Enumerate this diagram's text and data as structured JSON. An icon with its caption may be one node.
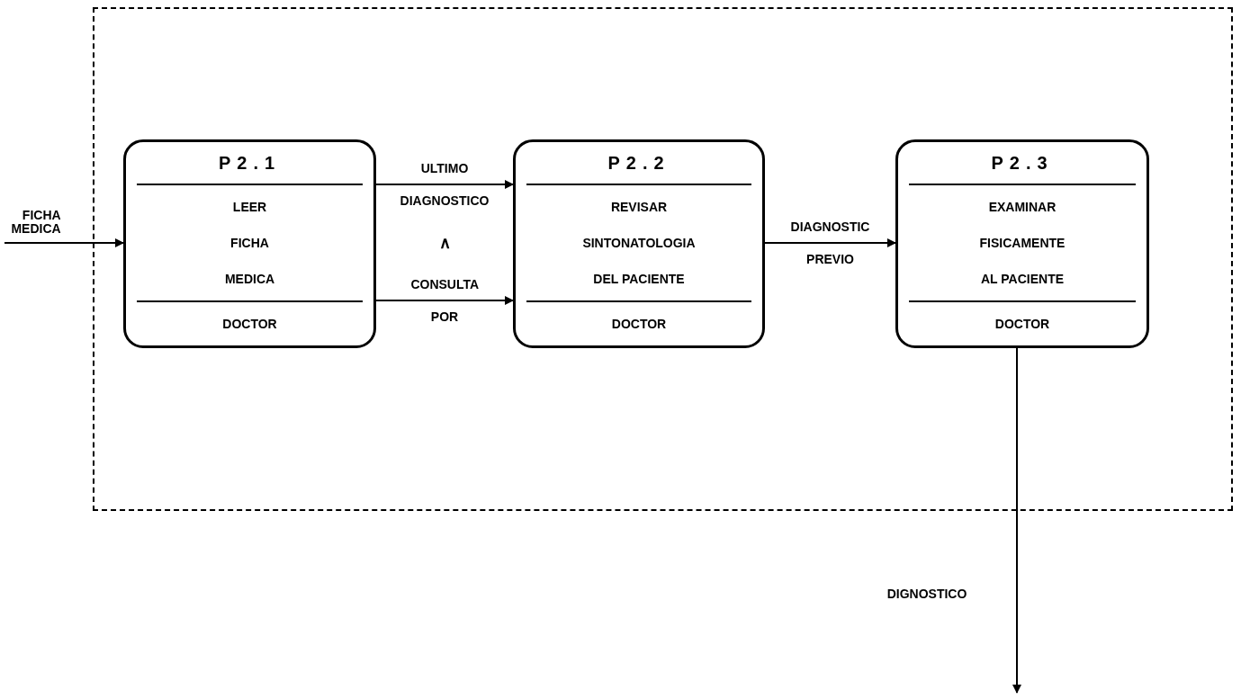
{
  "diagram": {
    "nodes": [
      {
        "text": [],
        "shape": "box"
      },
      {
        "text": [
          "P2.1",
          "LEER FICHA MEDICA",
          "DOCTOR"
        ],
        "in": 0
      },
      {
        "text": [
          "P2.2",
          "REVISAR SINTONATOLOGIA DEL PACIENTE",
          "DOCTOR"
        ],
        "in": 0
      },
      {
        "text": [
          "P2.3",
          "EXAMINAR FISICAMENTE AL PACIENTE",
          "DOCTOR"
        ],
        "in": 0
      }
    ],
    "edges": [
      {
        "from": null,
        "to": 1,
        "arrow": "to",
        "label": "FICHA MEDICA"
      },
      {
        "from": 1,
        "to": 2,
        "arrow": "to",
        "label": "ULTIMO DIAGNOSTICO"
      },
      {
        "from": 1,
        "to": 2,
        "arrow": "to",
        "label": "CONSULTA POR"
      },
      {
        "from": 2,
        "to": 3,
        "arrow": "to",
        "label": "DIAGNOSTIC PREVIO"
      },
      {
        "from": 3,
        "to": null,
        "arrow": "to",
        "label": "DIGNOSTICO"
      }
    ],
    "labels": [
      "∧"
    ]
  }
}
